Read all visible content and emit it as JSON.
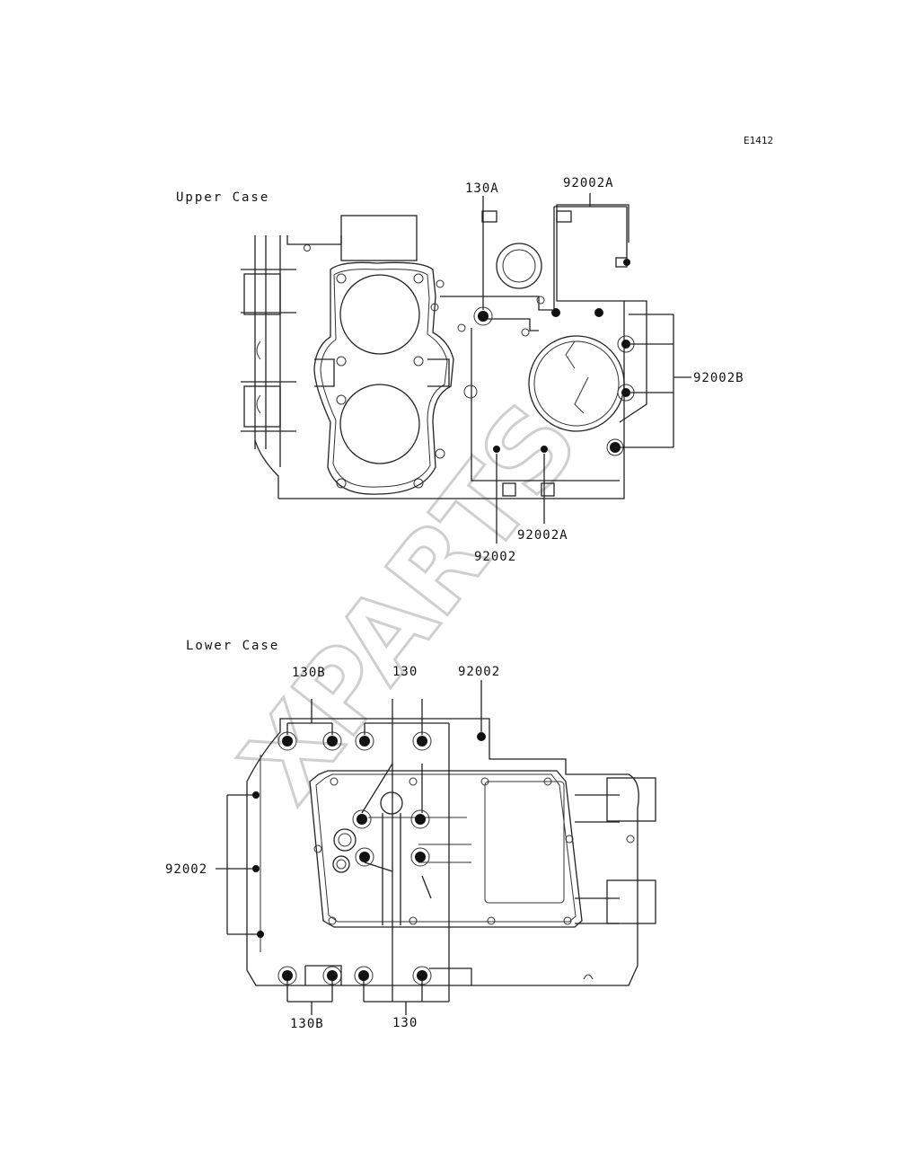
{
  "diagram_code": "E1412",
  "watermark": "XPARTS",
  "upper_case": {
    "title": "Upper Case",
    "labels": {
      "l130A": "130A",
      "l92002A_top": "92002A",
      "l92002B": "92002B",
      "l92002": "92002",
      "l92002A_bottom": "92002A"
    }
  },
  "lower_case": {
    "title": "Lower Case",
    "labels": {
      "l130B_top": "130B",
      "l130_top": "130",
      "l92002_top": "92002",
      "l92002_left": "92002",
      "l130B_bottom": "130B",
      "l130_bottom": "130"
    }
  }
}
